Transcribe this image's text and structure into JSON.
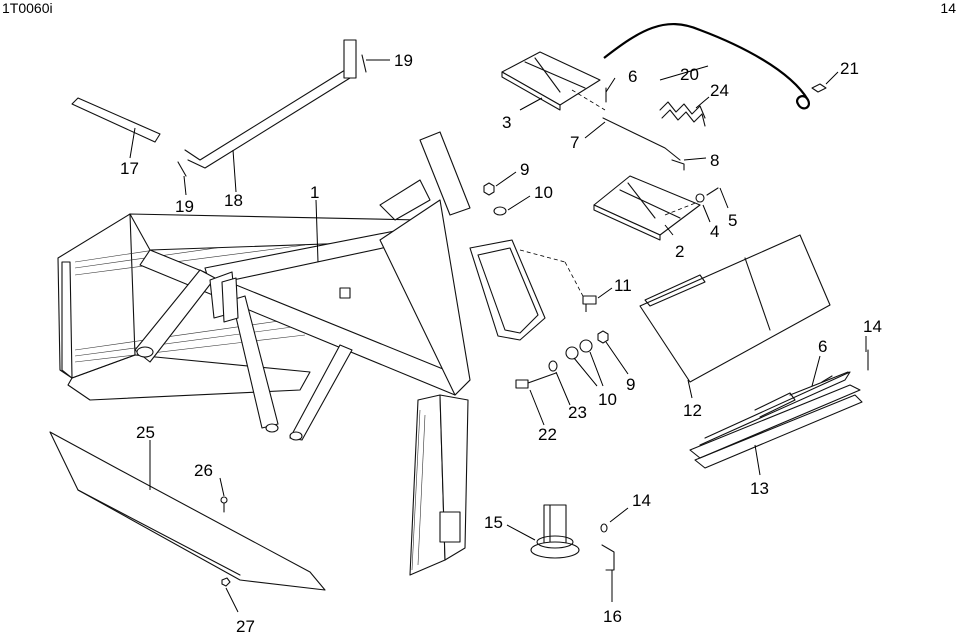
{
  "header": {
    "figure_code": "1T0060i",
    "page_number": "14"
  },
  "callouts": {
    "c1": "1",
    "c2": "2",
    "c3": "3",
    "c4": "4",
    "c5": "5",
    "c6a": "6",
    "c6b": "6",
    "c7": "7",
    "c8": "8",
    "c9a": "9",
    "c9b": "9",
    "c10a": "10",
    "c10b": "10",
    "c11": "11",
    "c12": "12",
    "c13": "13",
    "c14a": "14",
    "c14b": "14",
    "c15": "15",
    "c16": "16",
    "c17": "17",
    "c18": "18",
    "c19a": "19",
    "c19b": "19",
    "c20": "20",
    "c21": "21",
    "c22": "22",
    "c23": "23",
    "c24": "24",
    "c25": "25",
    "c26": "26",
    "c27": "27"
  }
}
